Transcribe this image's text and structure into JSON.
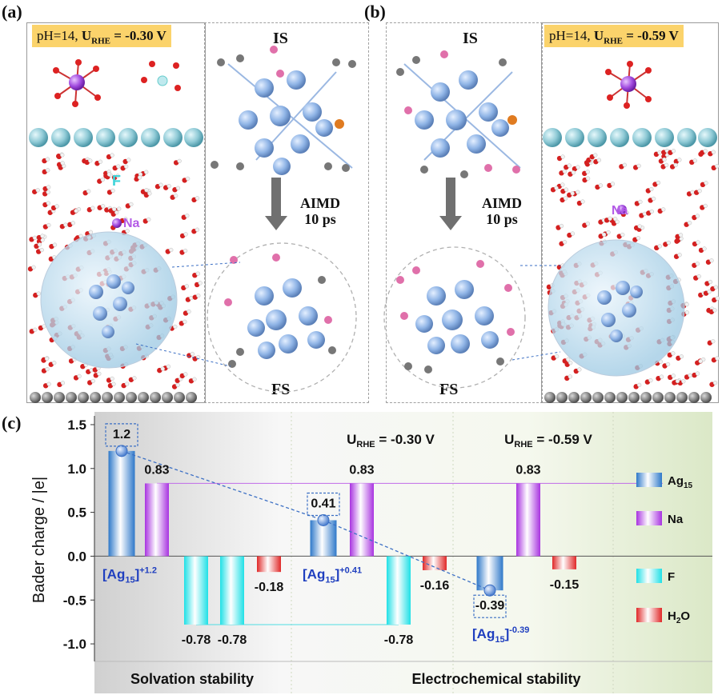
{
  "panels": {
    "a": {
      "label": "(a)",
      "condition_prefix": "pH=14, ",
      "u_main": "U",
      "u_sub": "RHE",
      "u_value": " = -0.30 V",
      "stage_is": "IS",
      "stage_fs": "FS",
      "aimd_line1": "AIMD",
      "aimd_line2": "10 ps",
      "atom_f": "F",
      "atom_na": "Na"
    },
    "b": {
      "label": "(b)",
      "condition_prefix": "pH=14, ",
      "u_main": "U",
      "u_sub": "RHE",
      "u_value": " = -0.59 V",
      "stage_is": "IS",
      "stage_fs": "FS",
      "aimd_line1": "AIMD",
      "aimd_line2": "10 ps",
      "atom_na": "Na"
    },
    "c": {
      "label": "(c)"
    }
  },
  "colors": {
    "ag": "#5b9bd5",
    "na": "#b04fe0",
    "f": "#3ee0e6",
    "h2o": "#e23a3a",
    "trend": "#3b6fc4",
    "ion_label": "#1f3fbf"
  },
  "chart_data": {
    "type": "bar",
    "ylabel": "Bader charge / |e|",
    "ylim": [
      -1.2,
      1.6
    ],
    "yticks": [
      -1.0,
      -0.5,
      0.0,
      0.5,
      1.0,
      1.5
    ],
    "ytick_labels": [
      "-1.0",
      "-0.5",
      "0.0",
      "0.5",
      "1.0",
      "1.5"
    ],
    "header_labels": [
      {
        "main": "U",
        "sub": "RHE",
        "value": " = -0.30 V"
      },
      {
        "main": "U",
        "sub": "RHE",
        "value": " = -0.59 V"
      }
    ],
    "section_labels": [
      "Solvation stability",
      "Electrochemical stability"
    ],
    "legend": [
      {
        "name": "Ag",
        "sub": "15",
        "color_key": "ag"
      },
      {
        "name": "Na",
        "sub": "",
        "color_key": "na"
      },
      {
        "name": "F",
        "sub": "",
        "color_key": "f"
      },
      {
        "name": "H",
        "sub": "2",
        "tail": "O",
        "color_key": "h2o"
      }
    ],
    "bars": [
      {
        "species": "Ag15",
        "group": 0,
        "value": 1.2,
        "label": "1.2"
      },
      {
        "species": "Na",
        "group": 0,
        "value": 0.83,
        "label": "0.83"
      },
      {
        "species": "F",
        "group": 0,
        "value": -0.78,
        "label": "-0.78"
      },
      {
        "species": "F",
        "group": 0,
        "value": -0.78,
        "label": "-0.78"
      },
      {
        "species": "H2O",
        "group": 0,
        "value": -0.18,
        "label": "-0.18"
      },
      {
        "species": "Ag15",
        "group": 1,
        "value": 0.41,
        "label": "0.41"
      },
      {
        "species": "Na",
        "group": 1,
        "value": 0.83,
        "label": "0.83"
      },
      {
        "species": "F",
        "group": 1,
        "value": -0.78,
        "label": "-0.78"
      },
      {
        "species": "H2O",
        "group": 1,
        "value": -0.16,
        "label": "-0.16"
      },
      {
        "species": "Ag15",
        "group": 2,
        "value": -0.39,
        "label": "-0.39"
      },
      {
        "species": "Na",
        "group": 2,
        "value": 0.83,
        "label": "0.83"
      },
      {
        "species": "H2O",
        "group": 2,
        "value": -0.15,
        "label": "-0.15"
      }
    ],
    "ion_labels": [
      {
        "base": "[Ag",
        "sub": "15",
        "close": "]",
        "sup": "+1.2"
      },
      {
        "base": "[Ag",
        "sub": "15",
        "close": "]",
        "sup": "+0.41"
      },
      {
        "base": "[Ag",
        "sub": "15",
        "close": "]",
        "sup": "-0.39"
      }
    ],
    "trend_points": [
      1.2,
      0.41,
      -0.39
    ],
    "reference_lines": [
      0.83,
      -0.78
    ]
  }
}
